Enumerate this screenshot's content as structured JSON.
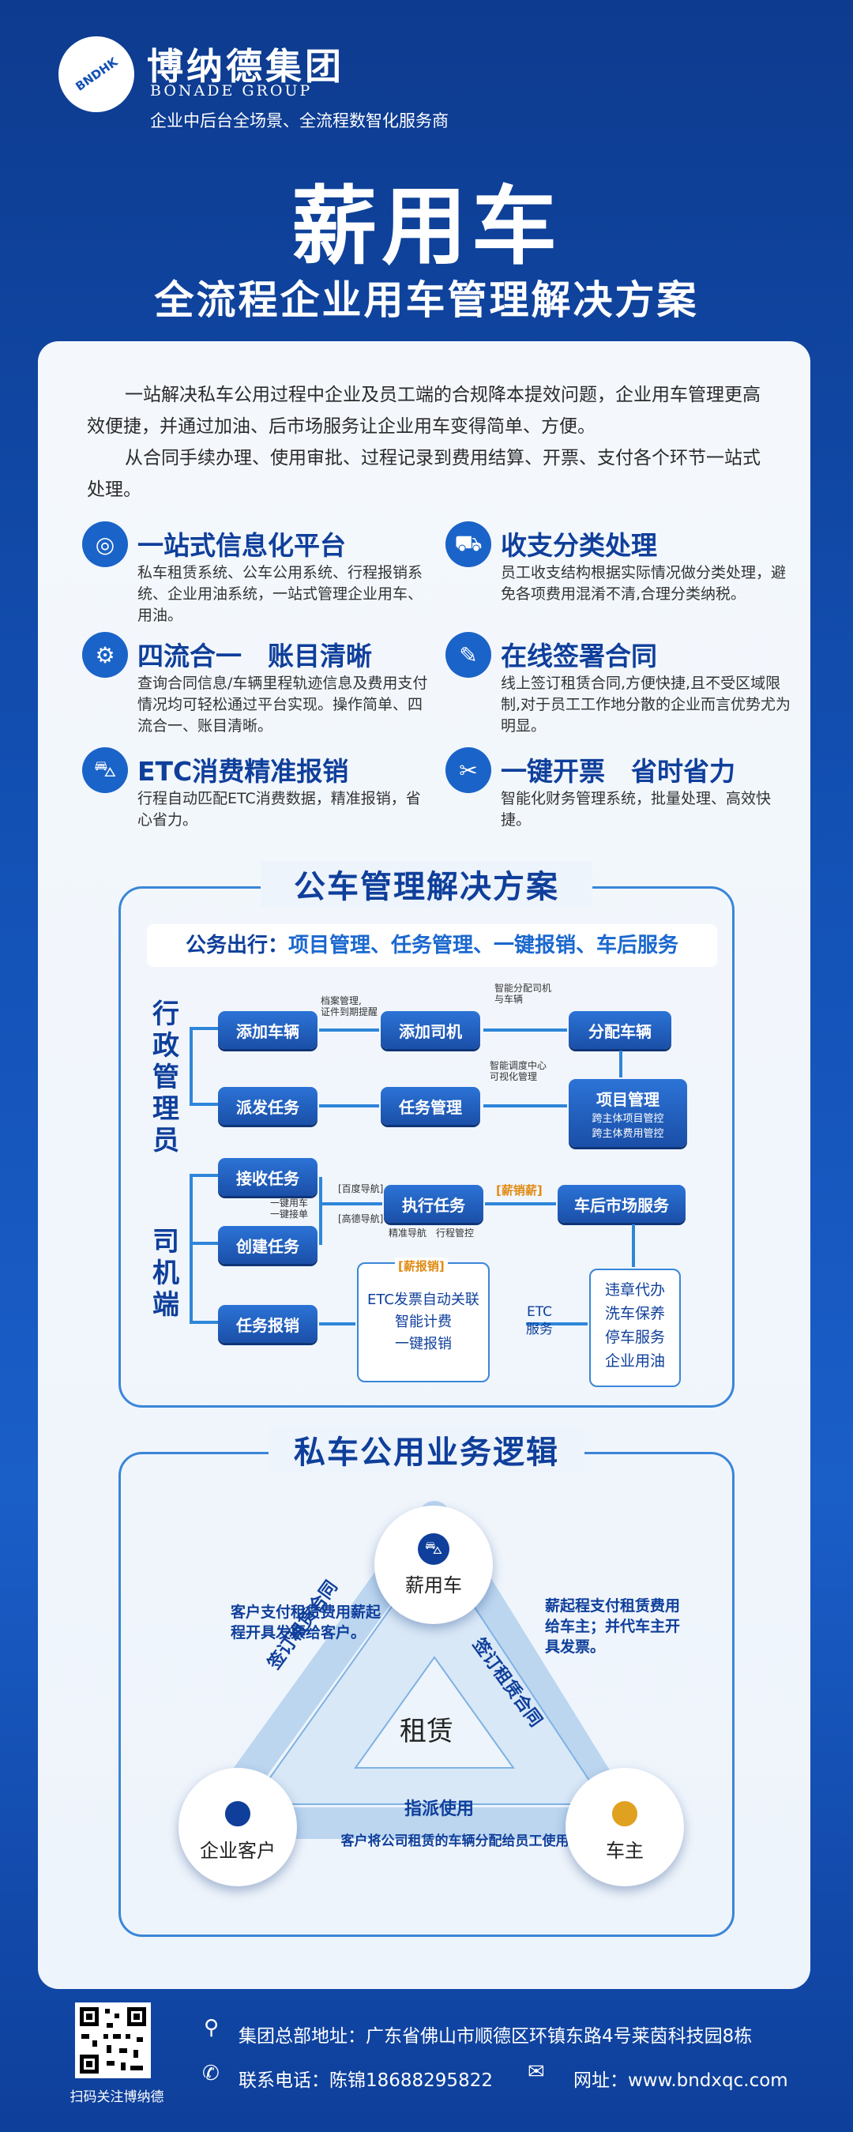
{
  "brand": {
    "logo_text": "BNDHK",
    "name_cn": "博纳德集团",
    "name_en": "BONADE GROUP",
    "tagline": "企业中后台全场景、全流程数智化服务商"
  },
  "title": "薪用车",
  "subtitle": "全流程企业用车管理解决方案",
  "intro": [
    "一站解决私车公用过程中企业及员工端的合规降本提效问题，企业用车管理更高效便捷，并通过加油、后市场服务让企业用车变得简单、方便。",
    "从合同手续办理、使用审批、过程记录到费用结算、开票、支付各个环节一站式处理。"
  ],
  "features": [
    {
      "icon": "steering-wheel-icon",
      "title": "一站式信息化平台",
      "desc": "私车租赁系统、公车公用系统、行程报销系统、企业用油系统，一站式管理企业用车、用油。"
    },
    {
      "icon": "truck-icon",
      "title": "收支分类处理",
      "desc": "员工收支结构根据实际情况做分类处理，避免各项费用混淆不清,合理分类纳税。"
    },
    {
      "icon": "gear-icon",
      "title": "四流合一　账目清晰",
      "desc": "查询合同信息/车辆里程轨迹信息及费用支付情况均可轻松通过平台实现。操作简单、四流合一、账目清晰。"
    },
    {
      "icon": "signature-icon",
      "title": "在线签署合同",
      "desc": "线上签订租赁合同,方便快捷,且不受区域限制,对于员工工作地分散的企业而言优势尤为明显。"
    },
    {
      "icon": "car-icon",
      "title": "ETC消费精准报销",
      "desc": "行程自动匹配ETC消费数据，精准报销，省心省力。"
    },
    {
      "icon": "tools-icon",
      "title": "一键开票　省时省力",
      "desc": "智能化财务管理系统，批量处理、高效快捷。"
    }
  ],
  "public_section": {
    "title": "公车管理解决方案",
    "banner_prefix": "公务出行：",
    "banner_items": "项目管理、任务管理、一键报销、车后服务",
    "admin_label": "行政管理员",
    "driver_label": "司机端",
    "buttons": {
      "add_vehicle": "添加车辆",
      "add_driver": "添加司机",
      "assign_vehicle": "分配车辆",
      "dispatch": "派发任务",
      "task_mgmt": "任务管理",
      "project_mgmt": "项目管理",
      "receive": "接收任务",
      "create": "创建任务",
      "execute": "执行任务",
      "aftermarket": "车后市场服务",
      "reimburse": "任务报销"
    },
    "notes": {
      "n1": "档案管理,\n证件到期提醒",
      "n2": "智能分配司机\n与车辆",
      "n3": "智能调度中心\n可视化管理",
      "project_sub1": "跨主体项目管控",
      "project_sub2": "跨主体费用管控",
      "n4": "一键用车\n一键接单",
      "n5": "[百度导航]",
      "n6": "[高德导航]",
      "n7": "精准导航　行程管控",
      "xinxiao": "[薪销薪]",
      "xinbaoxiao": "[薪报销]",
      "etc_box": [
        "ETC发票自动关联",
        "智能计费",
        "一键报销"
      ],
      "etc_service": "ETC\n服务",
      "services": [
        "违章代办",
        "洗车保养",
        "停车服务",
        "企业用油"
      ]
    }
  },
  "private_section": {
    "title": "私车公用业务逻辑",
    "center": "租赁",
    "top_node": "薪用车",
    "left_node": "企业客户",
    "right_node": "车主",
    "left_text": "客户支付租赁费用薪起程开具发票给客户。",
    "right_text": "薪起程支付租赁费用给车主；并代车主开具发票。",
    "left_edge": "签订租赁合同",
    "right_edge": "签订租赁合同",
    "bottom_edge": "指派使用",
    "bottom_text": "客户将公司租赁的车辆分配给员工使用"
  },
  "footer": {
    "qr_caption": "扫码关注博纳德",
    "address": "集团总部地址：广东省佛山市顺德区环镇东路4号莱茵科技园8栋",
    "phone": "联系电话：陈锦18688295822",
    "website": "网址：www.bndxqc.com"
  }
}
